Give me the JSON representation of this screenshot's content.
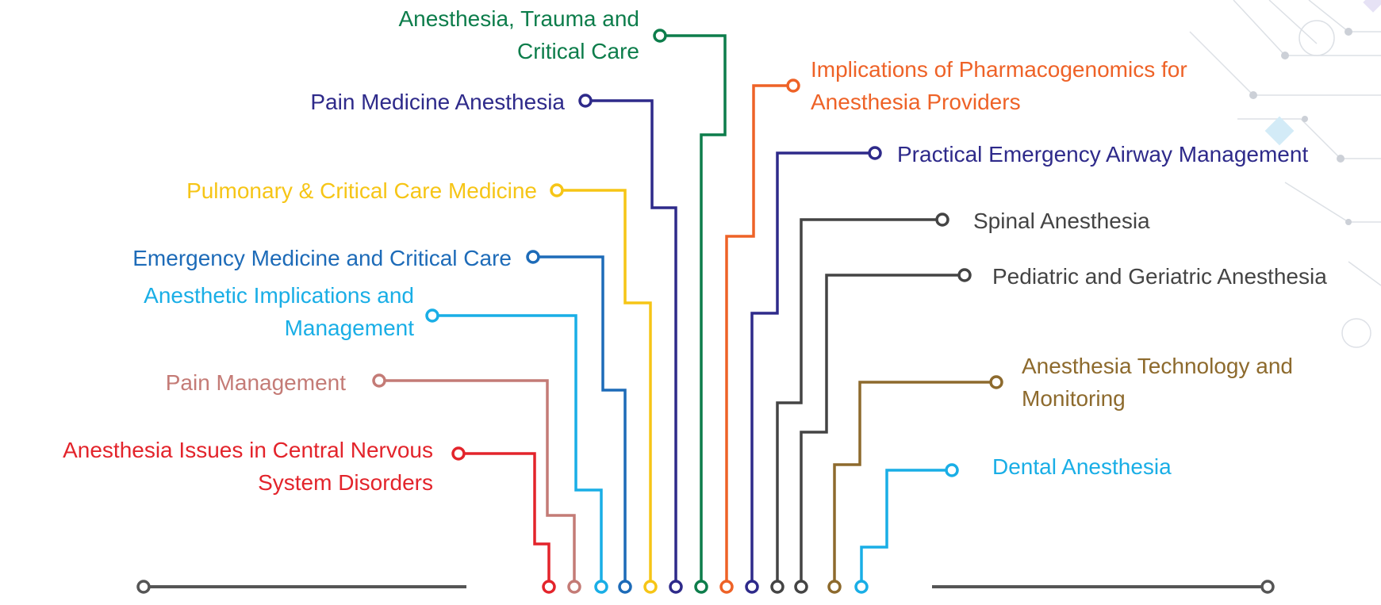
{
  "colors": {
    "red": "#e3242b",
    "pink": "#c47b76",
    "sky": "#19aee6",
    "blue": "#1d6bb8",
    "yellow": "#f6c516",
    "navy": "#2e2a8a",
    "green": "#0d7d4b",
    "orange": "#ee6227",
    "gray": "#444444",
    "bronze": "#8d6a2d",
    "baseline": "#555555"
  },
  "topics": [
    {
      "id": "cns",
      "lines": [
        "Anesthesia Issues in Central Nervous",
        "System Disorders"
      ],
      "color": "red",
      "side": "left"
    },
    {
      "id": "pain-mgmt",
      "lines": [
        "Pain Management"
      ],
      "color": "pink",
      "side": "left"
    },
    {
      "id": "implications",
      "lines": [
        "Anesthetic Implications and",
        "Management"
      ],
      "color": "sky",
      "side": "left"
    },
    {
      "id": "emergency",
      "lines": [
        "Emergency Medicine and Critical Care"
      ],
      "color": "blue",
      "side": "left"
    },
    {
      "id": "pulmonary",
      "lines": [
        "Pulmonary & Critical Care Medicine"
      ],
      "color": "yellow",
      "side": "left"
    },
    {
      "id": "pain-medicine",
      "lines": [
        "Pain Medicine Anesthesia"
      ],
      "color": "navy",
      "side": "left"
    },
    {
      "id": "trauma",
      "lines": [
        "Anesthesia, Trauma and",
        "Critical Care"
      ],
      "color": "green",
      "side": "left"
    },
    {
      "id": "pharmacogenomics",
      "lines": [
        "Implications of Pharmacogenomics for",
        "Anesthesia Providers"
      ],
      "color": "orange",
      "side": "right"
    },
    {
      "id": "airway",
      "lines": [
        "Practical Emergency Airway Management"
      ],
      "color": "navy",
      "side": "right"
    },
    {
      "id": "spinal",
      "lines": [
        "Spinal Anesthesia"
      ],
      "color": "gray",
      "side": "right"
    },
    {
      "id": "pediatric",
      "lines": [
        "Pediatric and Geriatric Anesthesia"
      ],
      "color": "gray",
      "side": "right"
    },
    {
      "id": "technology",
      "lines": [
        "Anesthesia Technology and",
        "Monitoring"
      ],
      "color": "bronze",
      "side": "right"
    },
    {
      "id": "dental",
      "lines": [
        "Dental Anesthesia"
      ],
      "color": "sky",
      "side": "right"
    }
  ]
}
